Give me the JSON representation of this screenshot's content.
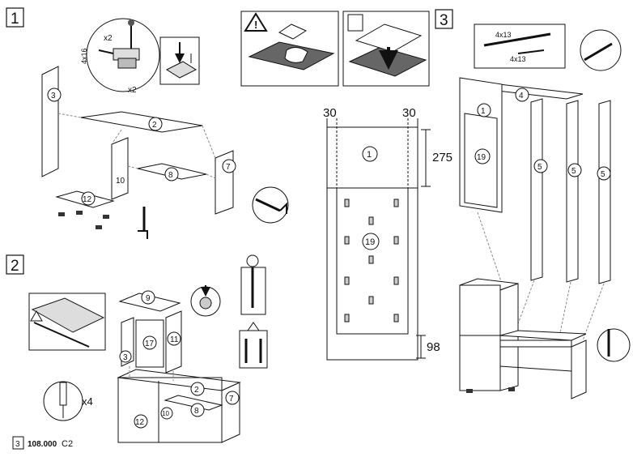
{
  "steps": {
    "s1": "1",
    "s2": "2",
    "s3": "3"
  },
  "step1": {
    "screw_size": "4x16",
    "qty_a": "x2",
    "qty_b": "x2",
    "parts": {
      "p3": "3",
      "p2": "2",
      "p8": "8",
      "p10": "10",
      "p7": "7",
      "p12": "12"
    }
  },
  "step2": {
    "qty_x4": "x4",
    "parts": {
      "p9": "9",
      "p17": "17",
      "p11": "11",
      "p3": "3",
      "p2": "2",
      "p7": "7",
      "p8": "8",
      "p12": "12",
      "p10": "10"
    }
  },
  "mirror": {
    "dim_left": "30",
    "dim_right": "30",
    "dim_275": "275",
    "dim_98": "98",
    "p1": "1",
    "p19": "19"
  },
  "step3": {
    "screw_a": "4x13",
    "screw_b": "4x13",
    "parts": {
      "p4": "4",
      "p1": "1",
      "p19": "19",
      "p5a": "5",
      "p5b": "5",
      "p5c": "5"
    }
  },
  "footer": {
    "page": "3",
    "code": "108.000",
    "rev": "C2"
  }
}
